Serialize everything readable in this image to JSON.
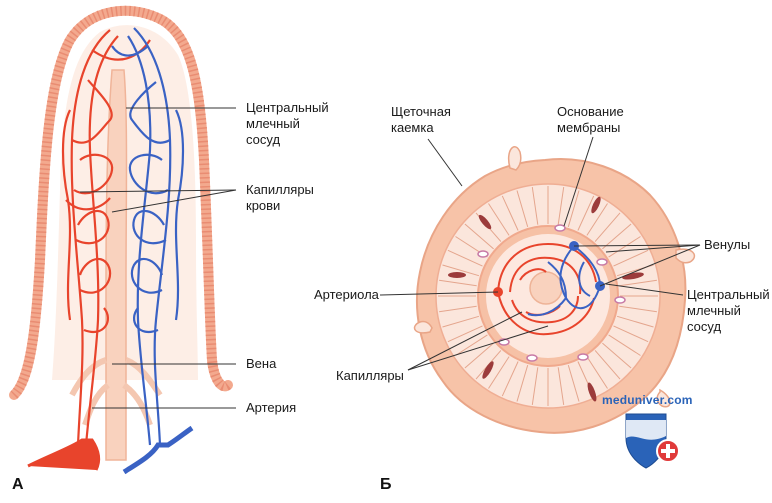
{
  "figure": {
    "panel_a": {
      "letter": "А",
      "labels": {
        "central_lacteal": "Центральный\nмлечный\nсосуд",
        "blood_capillaries": "Капилляры\nкрови",
        "vein": "Вена",
        "artery": "Артерия"
      }
    },
    "panel_b": {
      "letter": "Б",
      "labels": {
        "brush_border": "Щеточная\nкаемка",
        "basement_membrane": "Основание\nмембраны",
        "venules": "Венулы",
        "arteriole": "Артериола",
        "central_lacteal": "Центральный\nмлечный\nсосуд",
        "capillaries": "Капилляры"
      }
    },
    "watermark": {
      "site": "meduniver.com"
    },
    "colors": {
      "artery": "#e8442c",
      "vein": "#3a62c4",
      "tissue": "#f7c3a8",
      "epithelium": "#f3a98e",
      "cell_fill": "#fbe6dc"
    }
  }
}
